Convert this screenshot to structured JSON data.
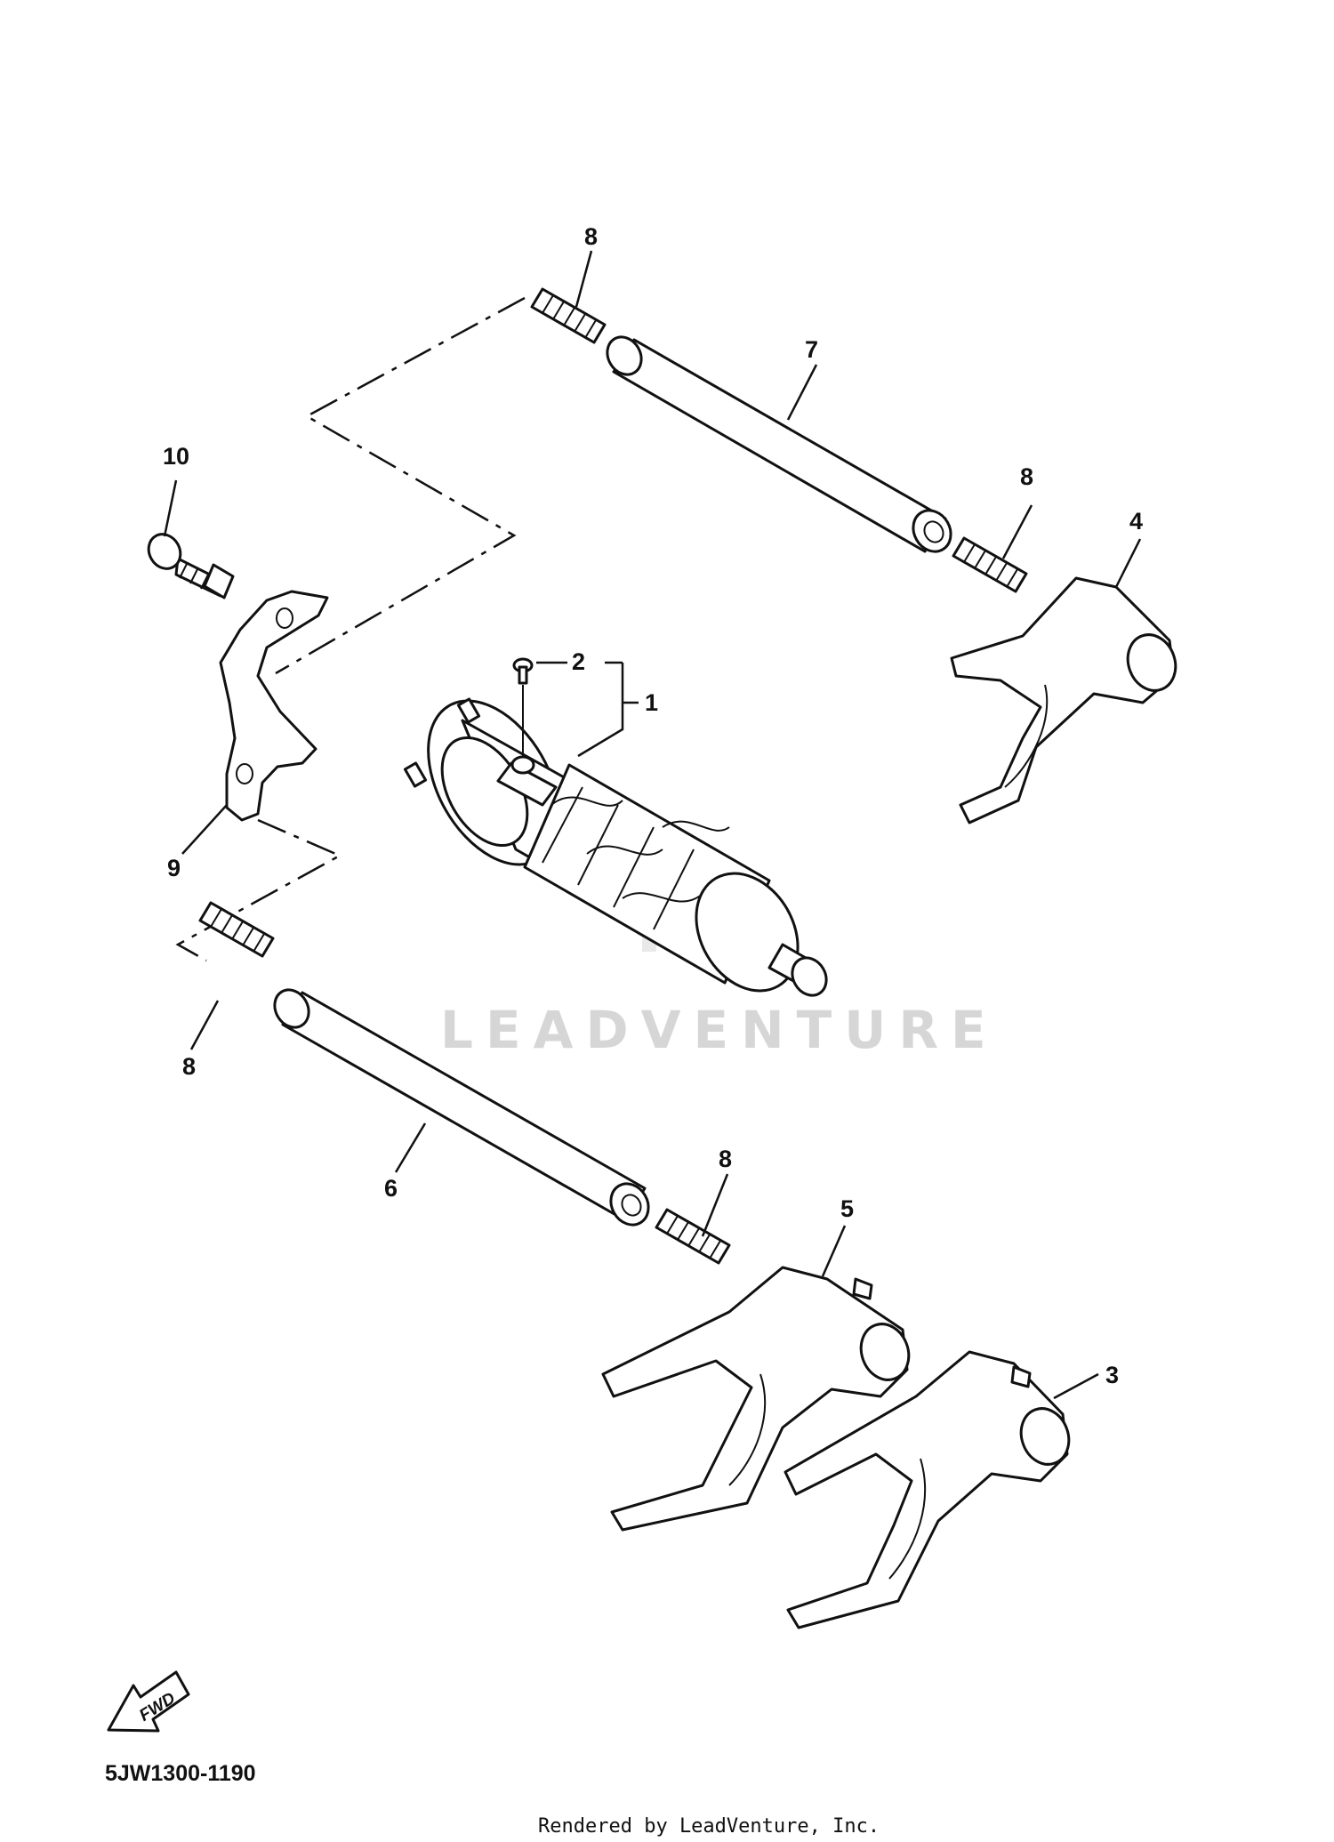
{
  "callouts": {
    "c1": "1",
    "c2": "2",
    "c3": "3",
    "c4": "4",
    "c5": "5",
    "c6": "6",
    "c7": "7",
    "c8_top": "8",
    "c8_right_upper": "8",
    "c8_left_lower": "8",
    "c8_right_lower": "8",
    "c9": "9",
    "c10": "10"
  },
  "fwd_label": "FWD",
  "diagram_code": "5JW1300-1190",
  "watermark": "LEADVENTURE",
  "credit": "Rendered by LeadVenture, Inc.",
  "icons": {
    "fwd": "forward-arrow-icon"
  }
}
